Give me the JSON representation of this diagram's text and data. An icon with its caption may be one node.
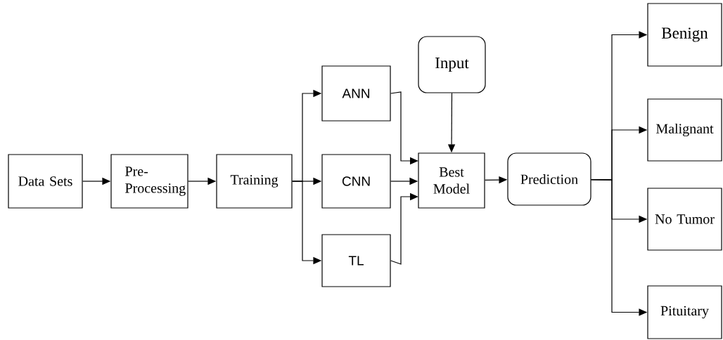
{
  "diagram": {
    "nodes": [
      {
        "text": [
          "Data Sets"
        ]
      },
      {
        "text": [
          "Pre-Processing"
        ]
      },
      {
        "text": [
          "Training"
        ]
      },
      {
        "text": [
          "ANN"
        ]
      },
      {
        "text": [
          "CNN"
        ]
      },
      {
        "text": [
          "TL"
        ]
      },
      {
        "text": [
          "Input"
        ]
      },
      {
        "text": [
          "Best Model"
        ]
      },
      {
        "text": [
          "Prediction"
        ]
      },
      {
        "text": [
          "Benign"
        ]
      },
      {
        "text": [
          "Malignant"
        ]
      },
      {
        "text": [
          "No Tumor"
        ]
      },
      {
        "text": [
          "Pituitary"
        ]
      }
    ],
    "edges": [
      {
        "from": 0,
        "to": 1,
        "arrow": "to"
      },
      {
        "from": 1,
        "to": 2,
        "arrow": "to"
      },
      {
        "from": 2,
        "to": 3,
        "arrow": "to"
      },
      {
        "from": 2,
        "to": 4,
        "arrow": "to"
      },
      {
        "from": 2,
        "to": 5,
        "arrow": "to"
      },
      {
        "from": 3,
        "to": 7,
        "arrow": "to"
      },
      {
        "from": 4,
        "to": 7,
        "arrow": "to"
      },
      {
        "from": 5,
        "to": 7,
        "arrow": "to"
      },
      {
        "from": 6,
        "to": 7,
        "arrow": "to"
      },
      {
        "from": 7,
        "to": 8,
        "arrow": "to"
      },
      {
        "from": 8,
        "to": 9,
        "arrow": "to"
      },
      {
        "from": 8,
        "to": 10,
        "arrow": "to"
      },
      {
        "from": 8,
        "to": 11,
        "arrow": "to"
      },
      {
        "from": 8,
        "to": 12,
        "arrow": "to"
      }
    ]
  }
}
